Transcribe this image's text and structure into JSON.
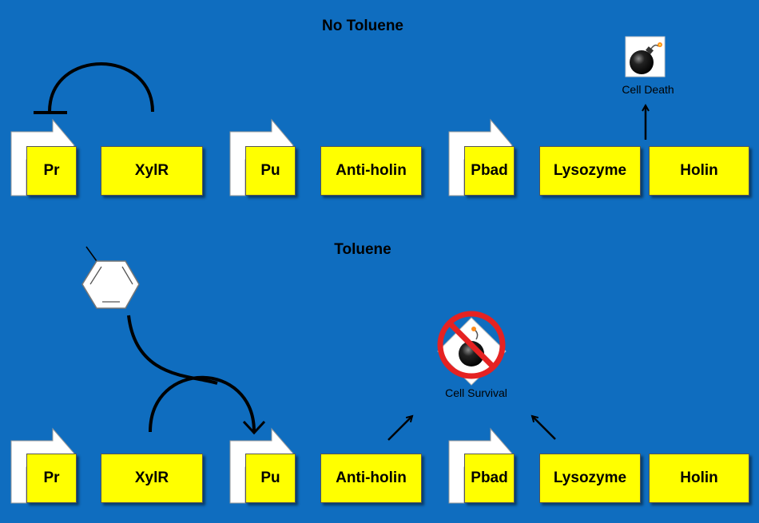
{
  "colors": {
    "background": "#0f6dbf",
    "gene_fill": "#ffff00",
    "promoter_fill": "#ffffff",
    "prohibition": "#e52222"
  },
  "panels": {
    "no_toluene": {
      "title": "No Toluene",
      "boxes": {
        "pr": "Pr",
        "xylr": "XylR",
        "pu": "Pu",
        "anti_holin": "Anti-holin",
        "pbad": "Pbad",
        "lysozyme": "Lysozyme",
        "holin": "Holin"
      },
      "outcome_label": "Cell Death",
      "outcome_icon": "bomb-icon"
    },
    "toluene": {
      "title": "Toluene",
      "boxes": {
        "pr": "Pr",
        "xylr": "XylR",
        "pu": "Pu",
        "anti_holin": "Anti-holin",
        "pbad": "Pbad",
        "lysozyme": "Lysozyme",
        "holin": "Holin"
      },
      "outcome_label": "Cell Survival",
      "outcome_icon": "no-bomb-icon",
      "molecule_icon": "toluene-molecule-icon"
    }
  }
}
